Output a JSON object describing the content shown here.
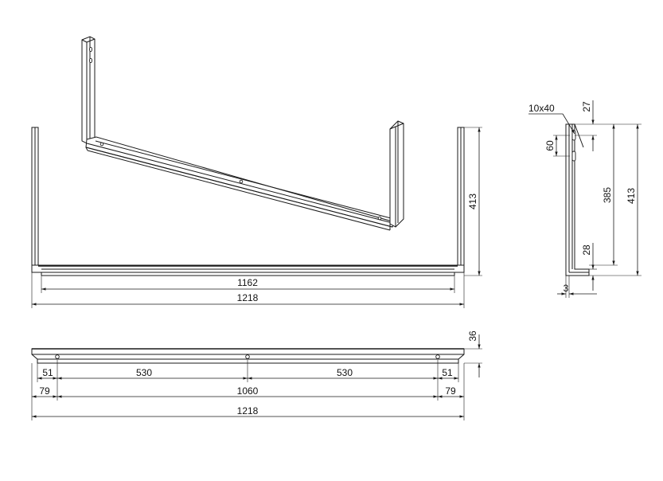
{
  "front_view": {
    "width_inner": "1162",
    "width_total": "1218",
    "height": "413"
  },
  "bottom_view": {
    "edge_left": "51",
    "gap_left": "530",
    "gap_right": "530",
    "edge_right": "51",
    "offset_left": "79",
    "hole_span": "1060",
    "offset_right": "79",
    "total": "1218",
    "thickness": "36"
  },
  "side_view": {
    "slot": "10x40",
    "top_offset": "27",
    "slot_spacing": "60",
    "inner_height": "385",
    "total_height": "413",
    "bottom_flange": "28",
    "thickness": "3"
  }
}
